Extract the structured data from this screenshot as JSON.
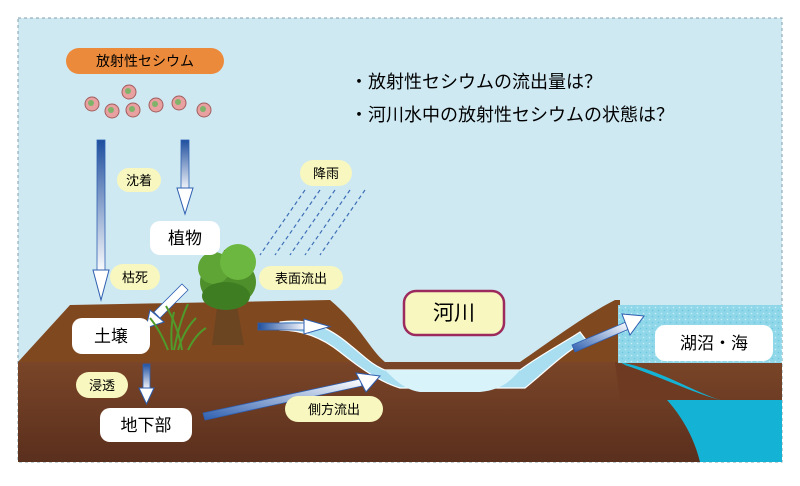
{
  "source_label": "放射性セシウム",
  "questions": [
    "・放射性セシウムの流出量は？",
    "・河川水中の放射性セシウムの状態は？"
  ],
  "process_labels": {
    "deposition": "沈着",
    "rainfall": "降雨",
    "withering": "枯死",
    "surface_runoff": "表面流出",
    "infiltration": "浸透",
    "lateral_runoff": "側方流出"
  },
  "compartment_labels": {
    "plants": "植物",
    "soil": "土壌",
    "underground": "地下部",
    "river": "河川",
    "lakes_sea": "湖沼・海"
  },
  "colors": {
    "sky": "#cfe9f3",
    "surface_soil": "#80481f",
    "subsoil": "#6e3a22",
    "water": "#a8def0",
    "sea": "#14b3d6",
    "label_pill": "#f7f7bf",
    "source_pill": "#ec8a3c",
    "river_border": "#9c2a5d",
    "arrow_blue": "#2e5fb0"
  }
}
